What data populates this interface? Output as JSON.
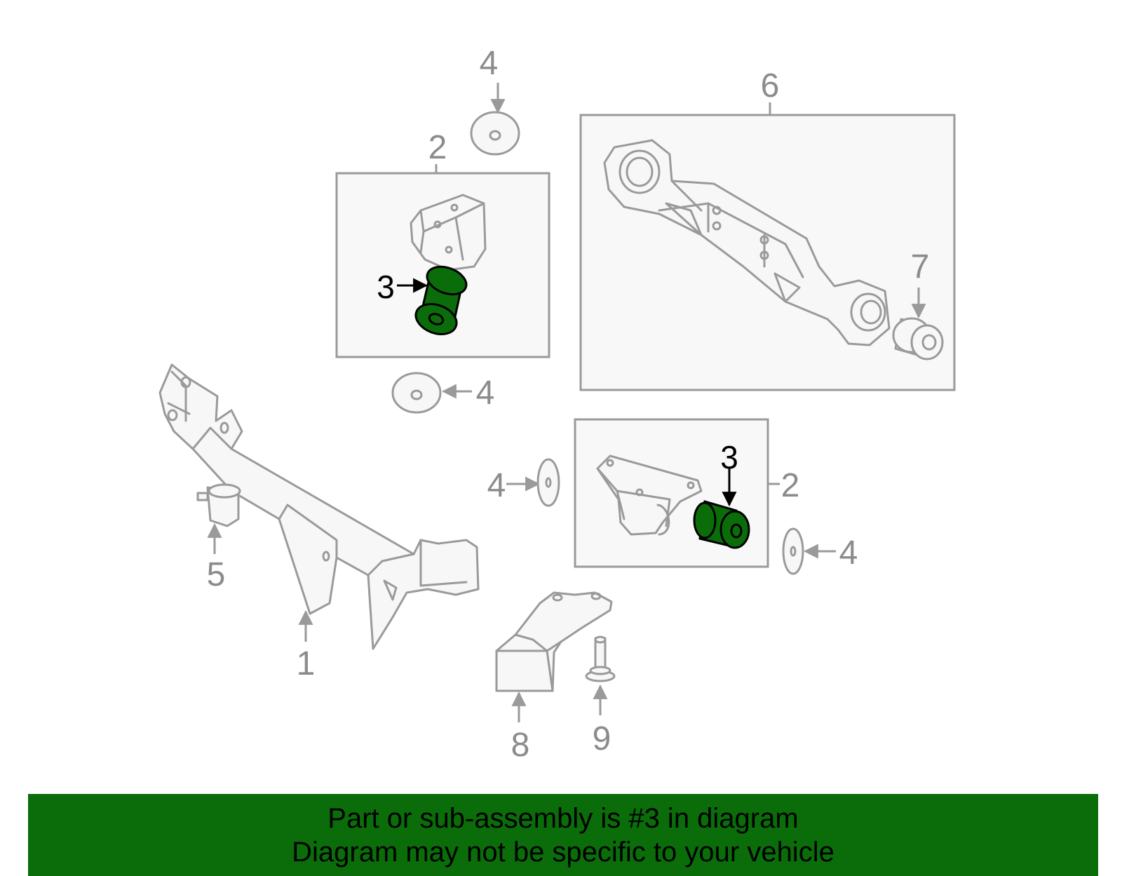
{
  "callouts": {
    "frame": "1",
    "mount_bracket_upper": "2",
    "mount_bracket_lower": "2",
    "bushing_upper": "3",
    "bushing_lower": "3",
    "washer_top": "4",
    "washer_mid": "4",
    "washer_left": "4",
    "washer_right": "4",
    "bump_stop": "5",
    "control_arm": "6",
    "arm_bushing": "7",
    "support_bracket": "8",
    "bolt": "9"
  },
  "colors": {
    "highlight": "#0a6d0a",
    "line_art": "#9a9a9a"
  },
  "banner": {
    "line1": "Part or sub-assembly is #3 in diagram",
    "line2": "Diagram may not be specific to your vehicle"
  }
}
